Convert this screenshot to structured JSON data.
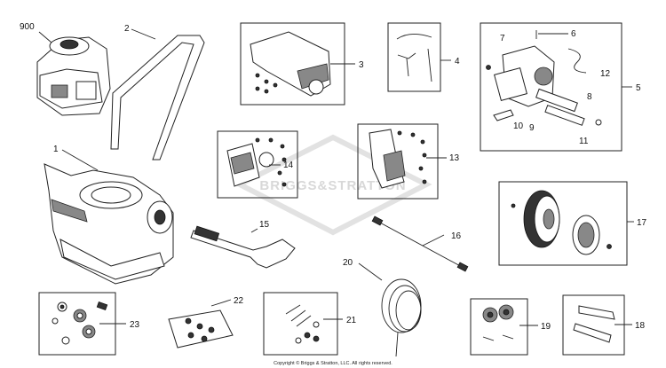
{
  "callouts": [
    {
      "n": "900"
    },
    {
      "n": "2"
    },
    {
      "n": "3"
    },
    {
      "n": "4"
    },
    {
      "n": "5"
    },
    {
      "n": "6"
    },
    {
      "n": "7"
    },
    {
      "n": "8"
    },
    {
      "n": "9"
    },
    {
      "n": "10"
    },
    {
      "n": "11"
    },
    {
      "n": "12"
    },
    {
      "n": "1"
    },
    {
      "n": "14"
    },
    {
      "n": "13"
    },
    {
      "n": "15"
    },
    {
      "n": "16"
    },
    {
      "n": "17"
    },
    {
      "n": "20"
    },
    {
      "n": "22"
    },
    {
      "n": "23"
    },
    {
      "n": "21"
    },
    {
      "n": "19"
    },
    {
      "n": "18"
    }
  ],
  "watermark": "BRIGGS&STRATTON",
  "footer": "Copyright © Briggs & Stratton, LLC. All rights reserved."
}
